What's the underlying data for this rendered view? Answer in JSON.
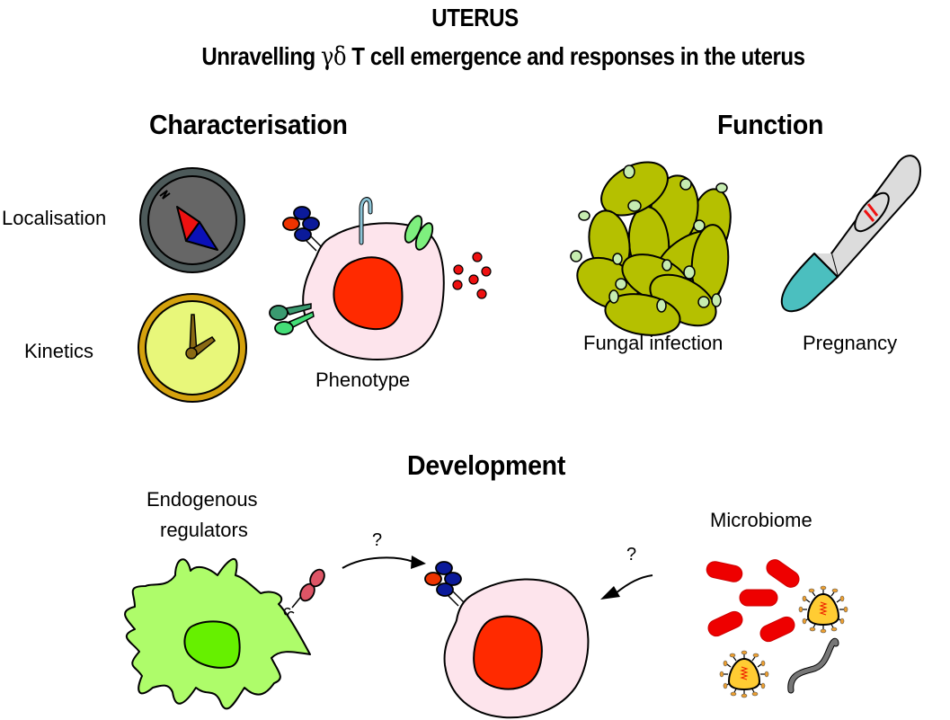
{
  "header": {
    "title": "UTERUS",
    "subtitle_prefix": "Unravelling ",
    "subtitle_greek": "γδ",
    "subtitle_suffix": " T cell emergence and responses in the uterus"
  },
  "sections": {
    "characterisation": {
      "heading": "Characterisation",
      "labels": {
        "localisation": "Localisation",
        "kinetics": "Kinetics",
        "phenotype": "Phenotype"
      }
    },
    "function": {
      "heading": "Function",
      "labels": {
        "fungal_infection": "Fungal infection",
        "pregnancy": "Pregnancy"
      }
    },
    "development": {
      "heading": "Development",
      "labels": {
        "endogenous_regulators_line1": "Endogenous",
        "endogenous_regulators_line2": "regulators",
        "microbiome": "Microbiome"
      },
      "arrows": {
        "left_question": "?",
        "right_question": "?"
      }
    }
  },
  "icons": {
    "compass": "compass-icon",
    "clock": "clock-icon",
    "t_cell": "t-cell-icon",
    "yeast": "yeast-cluster-icon",
    "pregnancy_test": "pregnancy-test-icon",
    "dendritic_cell": "dendritic-cell-icon",
    "bacteria": "bacteria-icon",
    "virus": "virus-icon",
    "worm": "worm-icon"
  },
  "colors": {
    "compass_rim": "#4d5a5a",
    "compass_face": "#666666",
    "needle_red": "#ee1111",
    "needle_blue": "#0a10b8",
    "clock_rim": "#d4a10c",
    "clock_face": "#e8f77a",
    "clock_hands": "#8a6a14",
    "cell_body": "#fde4ec",
    "nucleus": "#ff2a00",
    "receptor_blue": "#0b1a9a",
    "receptor_red": "#ee3300",
    "yeast": "#b5c000",
    "yeast_scar": "#c6ecb0",
    "test_body": "#dcdcdc",
    "test_cap": "#4bbfbf",
    "dc_body": "#aefc6a",
    "dc_nucleus": "#66f000",
    "ligand": "#dd5566",
    "bacteria": "#ee0000",
    "virus_core": "#ffcc33",
    "virus_spike": "#eea030",
    "worm": "#777777"
  }
}
